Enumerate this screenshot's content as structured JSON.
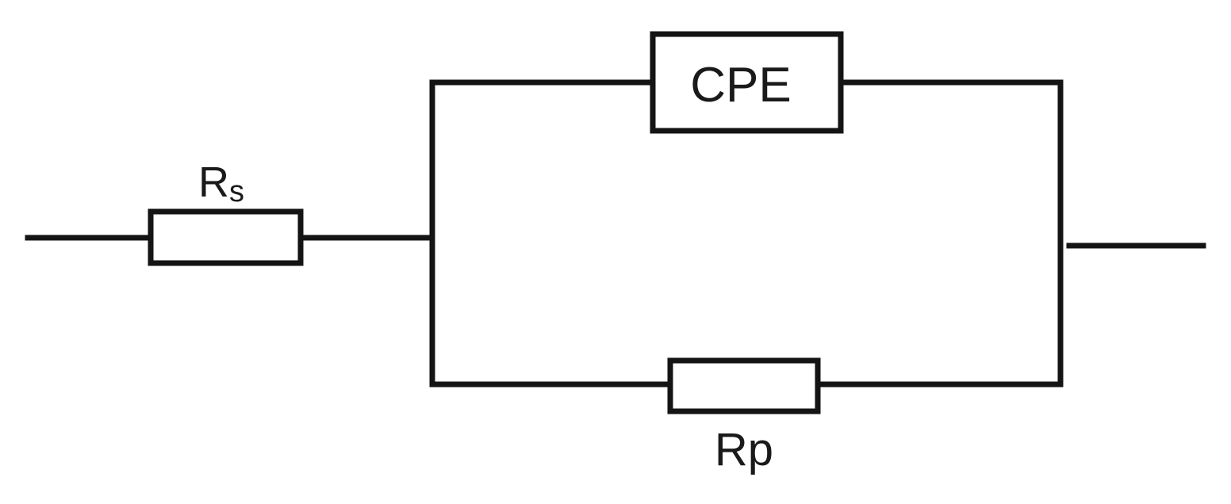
{
  "components": {
    "rs": {
      "base": "R",
      "subscript": "s"
    },
    "cpe": {
      "label": "CPE"
    },
    "rp": {
      "label": "Rp"
    }
  },
  "colors": {
    "stroke": "#141414",
    "background": "#ffffff"
  }
}
